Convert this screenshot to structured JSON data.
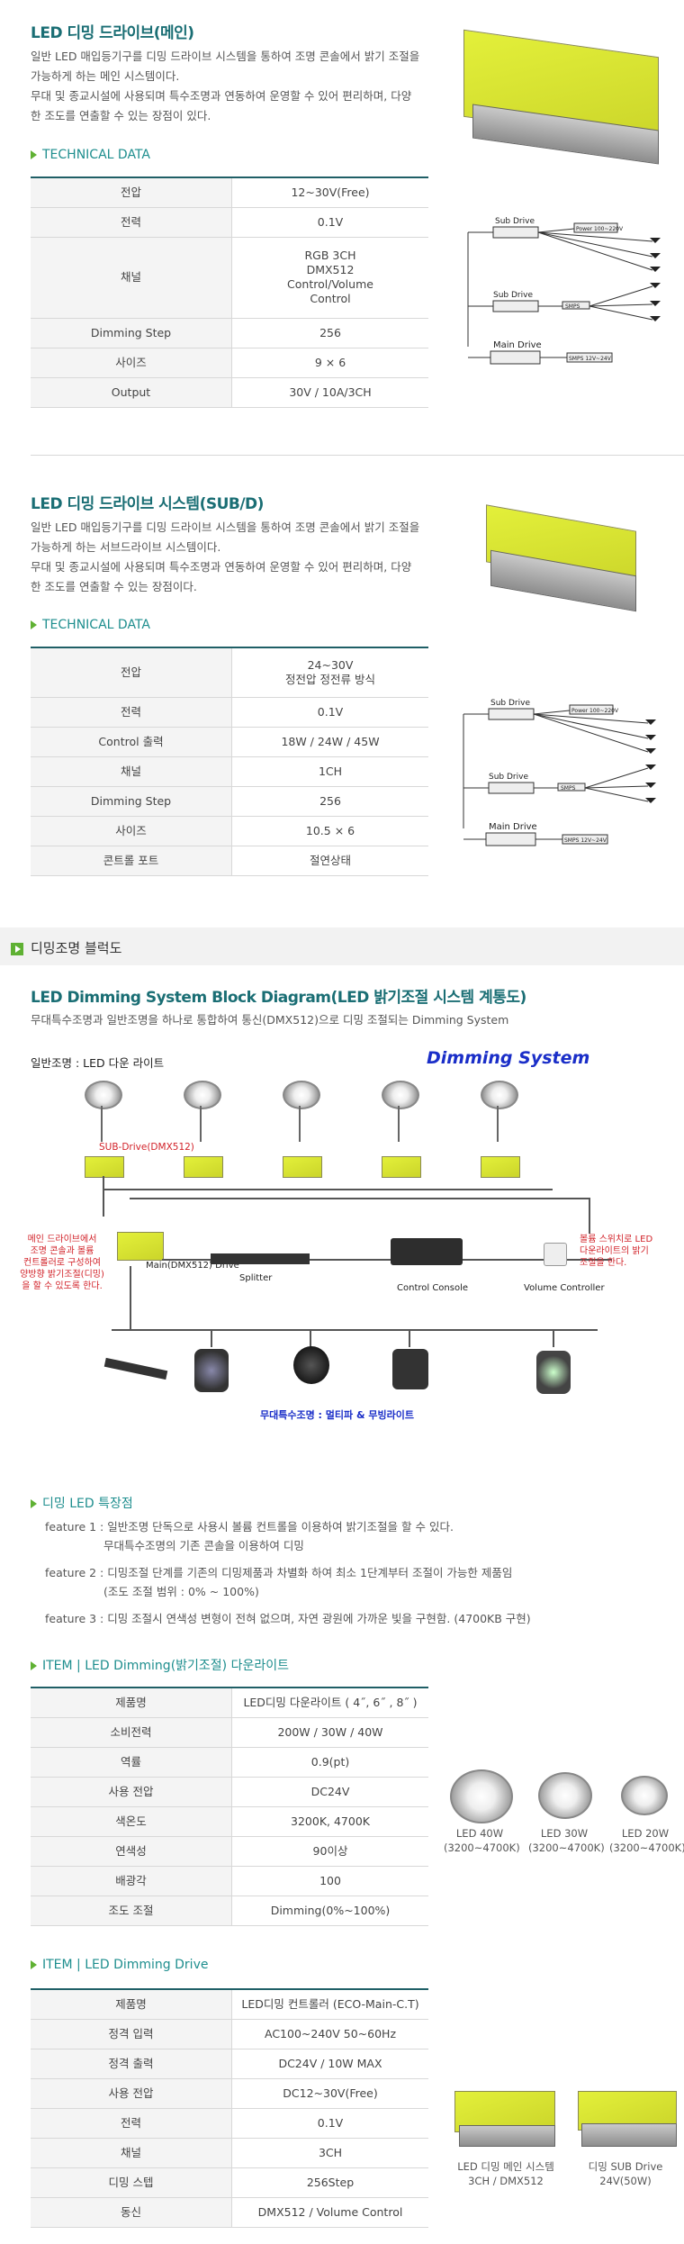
{
  "section1": {
    "title": "LED 디밍 드라이브(메인)",
    "desc": [
      "일반 LED 매입등기구를 디밍 드라이브 시스템을 통하여 조명 콘솔에서 밝기 조절을",
      "가능하게 하는 메인 시스템이다.",
      "무대 및 종교시설에 사용되며 특수조명과 연동하여 운영할 수 있어 편리하며, 다양",
      "한 조도를 연출할 수 있는 장점이 있다."
    ],
    "tech_label": "TECHNICAL DATA",
    "rows": [
      {
        "k": "전압",
        "v": [
          "12~30V(Free)"
        ]
      },
      {
        "k": "전력",
        "v": [
          "0.1V"
        ]
      },
      {
        "k": "채널",
        "v": [
          "RGB 3CH",
          "DMX512",
          "Control/Volume",
          "Control"
        ]
      },
      {
        "k": "Dimming Step",
        "v": [
          "256"
        ]
      },
      {
        "k": "사이즈",
        "v": [
          "9 × 6"
        ]
      },
      {
        "k": "Output",
        "v": [
          "30V / 10A/3CH"
        ]
      }
    ],
    "diagram": {
      "sub": "Sub Drive",
      "sub2": "Sub Drive",
      "main": "Main Drive",
      "power": "Power 100~220V",
      "smps": "SMPS",
      "smps_main": "SMPS 12V~24V"
    }
  },
  "section2": {
    "title": "LED 디밍 드라이브 시스템(SUB/D)",
    "desc": [
      "일반 LED 매입등기구를 디밍 드라이브 시스템을 통하여 조명 콘솔에서 밝기 조절을",
      "가능하게 하는 서브드라이브 시스템이다.",
      "무대 및 종교시설에 사용되며 특수조명과 연동하여 운영할 수 있어 편리하며, 다양",
      "한 조도를 연출할 수 있는 장점이다."
    ],
    "tech_label": "TECHNICAL DATA",
    "rows": [
      {
        "k": "전압",
        "v": [
          "24~30V",
          "정전압 정전류 방식"
        ]
      },
      {
        "k": "전력",
        "v": [
          "0.1V"
        ]
      },
      {
        "k": "Control 출력",
        "v": [
          "18W / 24W / 45W"
        ]
      },
      {
        "k": "채널",
        "v": [
          "1CH"
        ]
      },
      {
        "k": "Dimming Step",
        "v": [
          "256"
        ]
      },
      {
        "k": "사이즈",
        "v": [
          "10.5 × 6"
        ]
      },
      {
        "k": "콘트롤 포트",
        "v": [
          "절연상태"
        ]
      }
    ]
  },
  "section3": {
    "bar_title": "디밍조명 블럭도",
    "title": "LED Dimming System Block Diagram(LED 밝기조절 시스템 계통도)",
    "desc": "무대특수조명과 일반조명을 하나로 통합하여 통신(DMX512)으로 디밍 조절되는 Dimming System",
    "block": {
      "general_label": "일반조명 : LED 다운 라이트",
      "system_title": "Dimming System",
      "sub_drive": "SUB-Drive(DMX512)",
      "main_drive": "Main(DMX512) Drive",
      "splitter": "Splitter",
      "console": "Control Console",
      "volume": "Volume Controller",
      "left_note": [
        "메인 드라이브에서",
        "조명 콘솔과 볼륨",
        "컨트롤러로 구성하여",
        "양방향 밝기조절(디밍)",
        "을 할 수 있도록 한다."
      ],
      "right_note": [
        "볼륨 스위치로 LED",
        "다운라이트의 밝기",
        "조절을 한다."
      ],
      "stage_label": "무대특수조명 : 멀티파 & 무빙라이트"
    },
    "feature_title": "디밍 LED 특장점",
    "features": [
      [
        "feature 1 : 일반조명 단독으로 사용시 볼륨 컨트롤을 이용하여 밝기조절을 할 수 있다.",
        "무대특수조명의 기존 콘솔을 이용하여 디밍"
      ],
      [
        "feature 2 : 디밍조절 단계를 기존의 디밍제품과 차별화 하여 최소 1단계부터 조절이 가능한 제품임",
        "(조도 조절 범위 : 0% ~ 100%)"
      ],
      [
        "feature 3 : 디밍 조절시 연색성 변형이 전혀 없으며, 자연 광원에 가까운 빛을 구현함. (4700KB 구현)"
      ]
    ]
  },
  "section4": {
    "title": "ITEM | LED Dimming(밝기조절) 다운라이트",
    "rows": [
      {
        "k": "제품명",
        "v": [
          "LED디밍 다운라이트 ( 4˝, 6˝ , 8˝ )"
        ]
      },
      {
        "k": "소비전력",
        "v": [
          "200W / 30W / 40W"
        ]
      },
      {
        "k": "역률",
        "v": [
          "0.9(pt)"
        ]
      },
      {
        "k": "사용 전압",
        "v": [
          "DC24V"
        ]
      },
      {
        "k": "색온도",
        "v": [
          "3200K, 4700K"
        ]
      },
      {
        "k": "연색성",
        "v": [
          "90이상"
        ]
      },
      {
        "k": "배광각",
        "v": [
          "100"
        ]
      },
      {
        "k": "조도 조절",
        "v": [
          "Dimming(0%~100%)"
        ]
      }
    ],
    "products": [
      {
        "name": "LED 40W",
        "spec": "(3200~4700K)"
      },
      {
        "name": "LED 30W",
        "spec": "(3200~4700K)"
      },
      {
        "name": "LED 20W",
        "spec": "(3200~4700K)"
      }
    ]
  },
  "section5": {
    "title": "ITEM | LED Dimming Drive",
    "rows": [
      {
        "k": "제품명",
        "v": [
          "LED디밍 컨트롤러 (ECO-Main-C.T)"
        ]
      },
      {
        "k": "정격 입력",
        "v": [
          "AC100~240V 50~60Hz"
        ]
      },
      {
        "k": "정격 출력",
        "v": [
          "DC24V / 10W MAX"
        ]
      },
      {
        "k": "사용 전압",
        "v": [
          "DC12~30V(Free)"
        ]
      },
      {
        "k": "전력",
        "v": [
          "0.1V"
        ]
      },
      {
        "k": "채널",
        "v": [
          "3CH"
        ]
      },
      {
        "k": "디밍 스텝",
        "v": [
          "256Step"
        ]
      },
      {
        "k": "동신",
        "v": [
          "DMX512 / Volume Control"
        ]
      }
    ],
    "products": [
      {
        "name": "LED 디밍 메인 시스템",
        "spec": "3CH / DMX512"
      },
      {
        "name": "디밍 SUB Drive",
        "spec": "24V(50W)"
      }
    ]
  },
  "colors": {
    "accent": "#1a6e74",
    "green": "#5fb133",
    "red": "#d2232a",
    "blue": "#1a2ec8"
  }
}
